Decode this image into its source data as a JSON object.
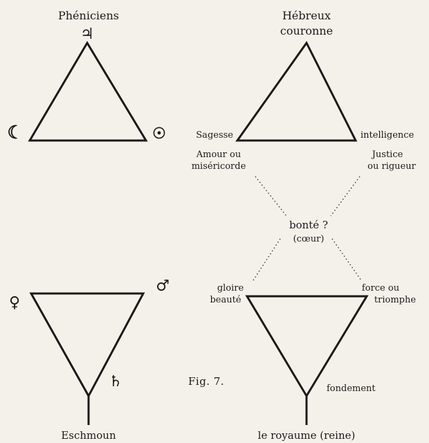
{
  "phoenicians": {
    "title": "Phéniciens",
    "top_symbol": "♃",
    "left_symbol": "☾",
    "right_symbol": "☉",
    "lower_left_symbol": "♀",
    "lower_right_symbol": "♂",
    "lower_bottom_symbol": "♄",
    "bottom_label": "Eschmoun"
  },
  "hebrews": {
    "title": "Hébreux",
    "top_label": "couronne",
    "left_label": "Sagesse",
    "right_label": "intelligence",
    "mid_left_line1": "Amour ou",
    "mid_left_line2": "miséricorde",
    "mid_right_line1": "Justice",
    "mid_right_line2": "ou rigueur",
    "center_line1": "bonté ?",
    "center_line2": "(cœur)",
    "lower_left_line1": "gloire",
    "lower_left_line2": "beauté",
    "lower_right_line1": "force ou",
    "lower_right_line2": "triomphe",
    "lower_bottom_label": "fondement",
    "bottom_label": "le royaume (reine)"
  },
  "caption": "Fig. 7."
}
